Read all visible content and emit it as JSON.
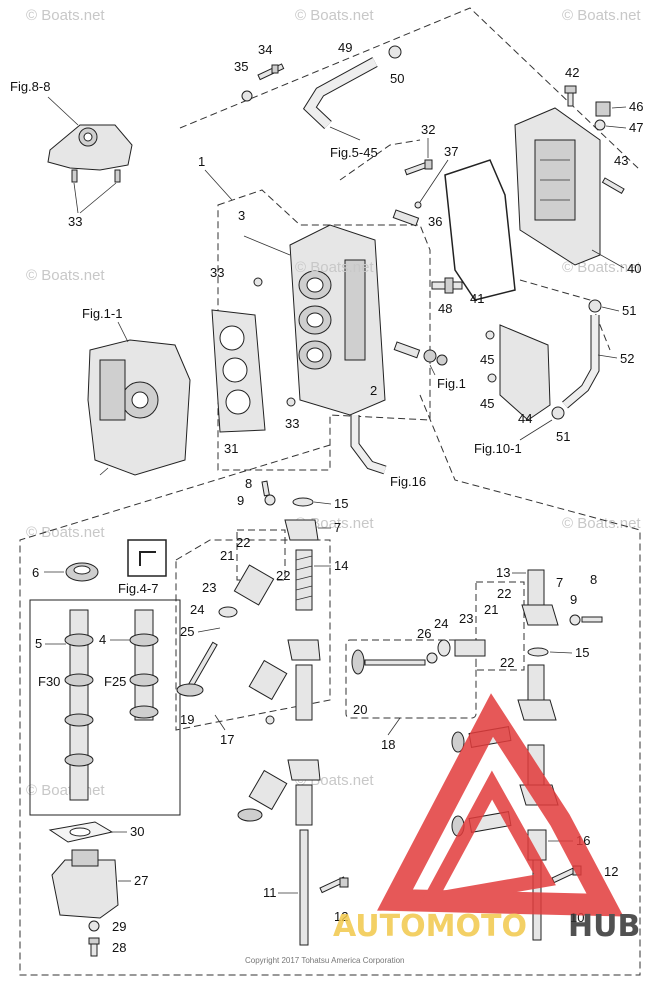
{
  "watermark": "© Boats.net",
  "copyright": "Copyright 2017 Tohatsu America Corporation",
  "brand": {
    "part1": "AUTOMOTO",
    "part2": "HUB",
    "accent": "#e23b3b"
  },
  "refs": {
    "fig_8_8": "Fig.8-8",
    "fig_5_45": "Fig.5-45",
    "fig_1_1": "Fig.1-1",
    "fig_1": "Fig.1",
    "fig_16": "Fig.16",
    "fig_10_1": "Fig.10-1",
    "fig_4_7": "Fig.4-7"
  },
  "labels": {
    "n1": "1",
    "n2": "2",
    "n3": "3",
    "n4": "4",
    "n5": "5",
    "n6": "6",
    "n7a": "7",
    "n7b": "7",
    "n8a": "8",
    "n8b": "8",
    "n9a": "9",
    "n9b": "9",
    "n10": "10",
    "n11": "11",
    "n12a": "12",
    "n12b": "12",
    "n13": "13",
    "n14": "14",
    "n15a": "15",
    "n15b": "15",
    "n16": "16",
    "n17": "17",
    "n18": "18",
    "n19": "19",
    "n20": "20",
    "n21a": "21",
    "n21b": "21",
    "n22a": "22",
    "n22b": "22",
    "n22c": "22",
    "n22d": "22",
    "n23a": "23",
    "n23b": "23",
    "n24a": "24",
    "n24b": "24",
    "n25": "25",
    "n26": "26",
    "n27": "27",
    "n28": "28",
    "n29": "29",
    "n30": "30",
    "n31": "31",
    "n32": "32",
    "n33a": "33",
    "n33b": "33",
    "n33c": "33",
    "n34": "34",
    "n35": "35",
    "n36": "36",
    "n37": "37",
    "n40": "40",
    "n41": "41",
    "n42": "42",
    "n43": "43",
    "n44": "44",
    "n45a": "45",
    "n45b": "45",
    "n46": "46",
    "n47": "47",
    "n48": "48",
    "n49": "49",
    "n50": "50",
    "n51a": "51",
    "n51b": "51",
    "n52": "52",
    "f30": "F30",
    "f25": "F25"
  }
}
